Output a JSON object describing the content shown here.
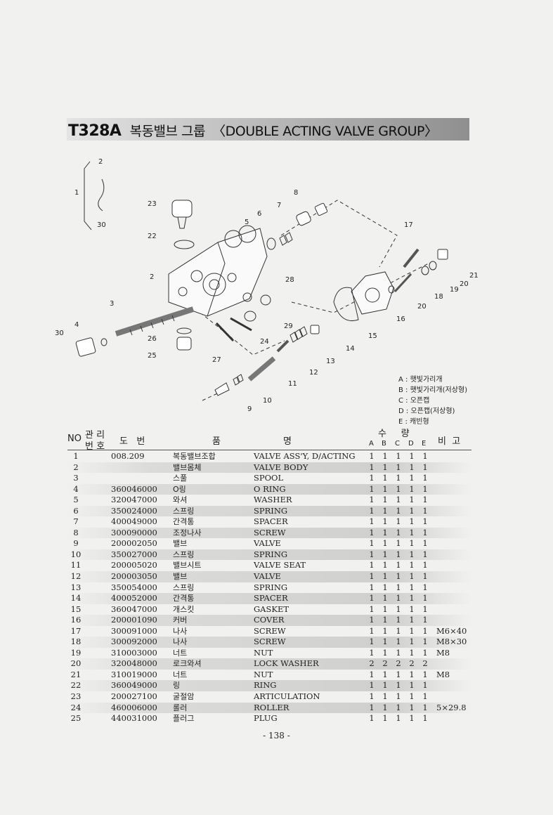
{
  "title": {
    "code": "T328A",
    "korean": "복동밸브 그룹",
    "english": "〈DOUBLE ACTING VALVE GROUP〉"
  },
  "callouts": [
    "1",
    "2",
    "30",
    "23",
    "22",
    "2",
    "3",
    "4",
    "30",
    "26",
    "25",
    "27",
    "24",
    "29",
    "28",
    "5",
    "6",
    "7",
    "8",
    "17",
    "21",
    "20",
    "19",
    "18",
    "20",
    "16",
    "15",
    "14",
    "13",
    "12",
    "11",
    "10",
    "9"
  ],
  "legend": [
    "A : 햇빛가리개",
    "B : 햇빛가리개(저상형)",
    "C : 오픈캡",
    "D : 오픈캡(저상형)",
    "E : 캐빈형"
  ],
  "table_header": {
    "no": "NO",
    "mgmt_top": "관 리",
    "mgmt_bottom": "번 호",
    "part_no": "도   번",
    "name_a": "품",
    "name_b": "명",
    "qty": "수     량",
    "qty_cols": [
      "A",
      "B",
      "C",
      "D",
      "E"
    ],
    "remarks": "비  고"
  },
  "rows": [
    {
      "no": "1",
      "part": "008.209",
      "ko": "복동밸브조합",
      "en": "VALVE ASS'Y, D/ACTING",
      "q": [
        "1",
        "1",
        "1",
        "1",
        "1"
      ],
      "rem": ""
    },
    {
      "no": "2",
      "part": "",
      "ko": "밸브몸체",
      "en": "VALVE BODY",
      "q": [
        "1",
        "1",
        "1",
        "1",
        "1"
      ],
      "rem": ""
    },
    {
      "no": "3",
      "part": "",
      "ko": "스풀",
      "en": "SPOOL",
      "q": [
        "1",
        "1",
        "1",
        "1",
        "1"
      ],
      "rem": ""
    },
    {
      "no": "4",
      "part": "360046000",
      "ko": "O링",
      "en": "O RING",
      "q": [
        "1",
        "1",
        "1",
        "1",
        "1"
      ],
      "rem": ""
    },
    {
      "no": "5",
      "part": "320047000",
      "ko": "와셔",
      "en": "WASHER",
      "q": [
        "1",
        "1",
        "1",
        "1",
        "1"
      ],
      "rem": ""
    },
    {
      "no": "6",
      "part": "350024000",
      "ko": "스프링",
      "en": "SPRING",
      "q": [
        "1",
        "1",
        "1",
        "1",
        "1"
      ],
      "rem": ""
    },
    {
      "no": "7",
      "part": "400049000",
      "ko": "간격통",
      "en": "SPACER",
      "q": [
        "1",
        "1",
        "1",
        "1",
        "1"
      ],
      "rem": ""
    },
    {
      "no": "8",
      "part": "300090000",
      "ko": "조정나사",
      "en": "SCREW",
      "q": [
        "1",
        "1",
        "1",
        "1",
        "1"
      ],
      "rem": ""
    },
    {
      "no": "9",
      "part": "200002050",
      "ko": "밸브",
      "en": "VALVE",
      "q": [
        "1",
        "1",
        "1",
        "1",
        "1"
      ],
      "rem": ""
    },
    {
      "no": "10",
      "part": "350027000",
      "ko": "스프링",
      "en": "SPRING",
      "q": [
        "1",
        "1",
        "1",
        "1",
        "1"
      ],
      "rem": ""
    },
    {
      "no": "11",
      "part": "200005020",
      "ko": "밸브시트",
      "en": "VALVE SEAT",
      "q": [
        "1",
        "1",
        "1",
        "1",
        "1"
      ],
      "rem": ""
    },
    {
      "no": "12",
      "part": "200003050",
      "ko": "밸브",
      "en": "VALVE",
      "q": [
        "1",
        "1",
        "1",
        "1",
        "1"
      ],
      "rem": ""
    },
    {
      "no": "13",
      "part": "350054000",
      "ko": "스프링",
      "en": "SPRING",
      "q": [
        "1",
        "1",
        "1",
        "1",
        "1"
      ],
      "rem": ""
    },
    {
      "no": "14",
      "part": "400052000",
      "ko": "간격통",
      "en": "SPACER",
      "q": [
        "1",
        "1",
        "1",
        "1",
        "1"
      ],
      "rem": ""
    },
    {
      "no": "15",
      "part": "360047000",
      "ko": "개스킷",
      "en": "GASKET",
      "q": [
        "1",
        "1",
        "1",
        "1",
        "1"
      ],
      "rem": ""
    },
    {
      "no": "16",
      "part": "200001090",
      "ko": "커버",
      "en": "COVER",
      "q": [
        "1",
        "1",
        "1",
        "1",
        "1"
      ],
      "rem": ""
    },
    {
      "no": "17",
      "part": "300091000",
      "ko": "나사",
      "en": "SCREW",
      "q": [
        "1",
        "1",
        "1",
        "1",
        "1"
      ],
      "rem": "M6×40"
    },
    {
      "no": "18",
      "part": "300092000",
      "ko": "나사",
      "en": "SCREW",
      "q": [
        "1",
        "1",
        "1",
        "1",
        "1"
      ],
      "rem": "M8×30"
    },
    {
      "no": "19",
      "part": "310003000",
      "ko": "너트",
      "en": "NUT",
      "q": [
        "1",
        "1",
        "1",
        "1",
        "1"
      ],
      "rem": "M8"
    },
    {
      "no": "20",
      "part": "320048000",
      "ko": "로크와셔",
      "en": "LOCK WASHER",
      "q": [
        "2",
        "2",
        "2",
        "2",
        "2"
      ],
      "rem": ""
    },
    {
      "no": "21",
      "part": "310019000",
      "ko": "너트",
      "en": "NUT",
      "q": [
        "1",
        "1",
        "1",
        "1",
        "1"
      ],
      "rem": "M8"
    },
    {
      "no": "22",
      "part": "360049000",
      "ko": "링",
      "en": "RING",
      "q": [
        "1",
        "1",
        "1",
        "1",
        "1"
      ],
      "rem": ""
    },
    {
      "no": "23",
      "part": "200027100",
      "ko": "굴절암",
      "en": "ARTICULATION",
      "q": [
        "1",
        "1",
        "1",
        "1",
        "1"
      ],
      "rem": ""
    },
    {
      "no": "24",
      "part": "460006000",
      "ko": "롤러",
      "en": "ROLLER",
      "q": [
        "1",
        "1",
        "1",
        "1",
        "1"
      ],
      "rem": "5×29.8"
    },
    {
      "no": "25",
      "part": "440031000",
      "ko": "플러그",
      "en": "PLUG",
      "q": [
        "1",
        "1",
        "1",
        "1",
        "1"
      ],
      "rem": ""
    }
  ],
  "page_number": "- 138 -"
}
